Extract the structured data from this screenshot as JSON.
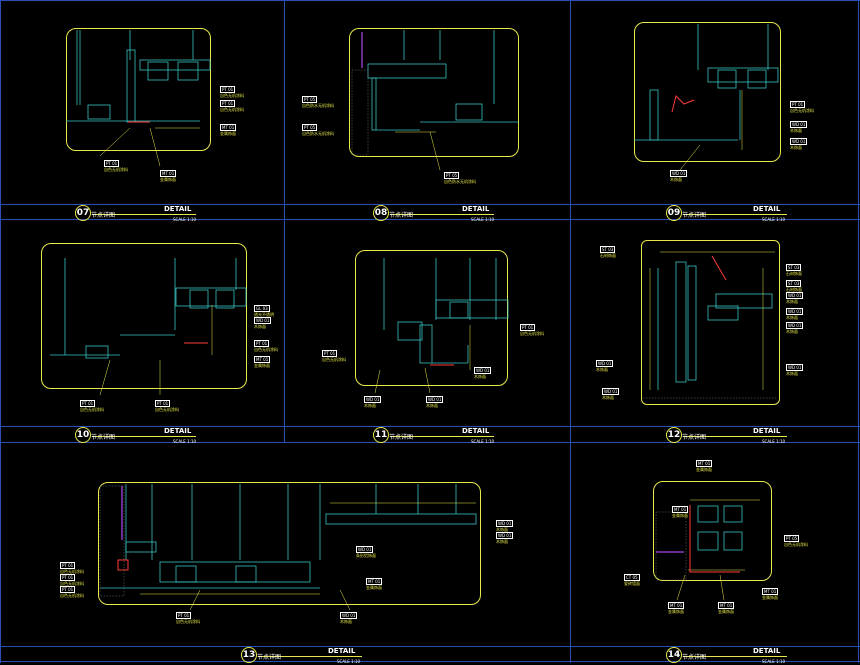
{
  "sheet": {
    "accent": "#e8e84a",
    "grid_color": "#2a4fb8",
    "steel_color": "#39c4c4",
    "mark_color": "#ff3b3b"
  },
  "details": [
    {
      "num": "07",
      "title": "DETAIL",
      "sub": "节点详图",
      "scale": "SCALE 1:10",
      "tags": [
        "PT 01|自色无机涂料",
        "PT 01|自色无机涂料",
        "MT 01|金属饰面",
        "PT 01|自色无机涂料",
        "MT 01|金属饰面"
      ]
    },
    {
      "num": "08",
      "title": "DETAIL",
      "sub": "节点详图",
      "scale": "SCALE 1:10",
      "tags": [
        "PT 05|自色防水无机涂料",
        "PT 05|自色防水无机涂料",
        "PT 05|自色防水无机涂料"
      ]
    },
    {
      "num": "09",
      "title": "DETAIL",
      "sub": "节点详图",
      "scale": "SCALE 1:10",
      "tags": [
        "PT 01|自色无机涂料",
        "WD 01|木饰面",
        "WD 01|木饰面",
        "WD 01|木饰面"
      ]
    },
    {
      "num": "10",
      "title": "DETAIL",
      "sub": "节点详图",
      "scale": "SCALE 1:10",
      "tags": [
        "GL 03|透光不透明",
        "WD 01|木饰面",
        "PT 01|自色无机涂料",
        "MT 01|金属饰面",
        "PT 01|自色无机涂料",
        "PT 01|自色无机涂料"
      ]
    },
    {
      "num": "11",
      "title": "DETAIL",
      "sub": "节点详图",
      "scale": "SCALE 1:10",
      "tags": [
        "PT 01|自色无机涂料",
        "PT 01|自色无机涂料",
        "WD 01|木饰面",
        "WD 01|木饰面",
        "WD 01|木饰面"
      ]
    },
    {
      "num": "12",
      "title": "DETAIL",
      "sub": "节点详图",
      "scale": "SCALE 1:10",
      "tags": [
        "ST 03|石材饰面",
        "ST 03|石材饰面",
        "ST 03|石材饰面",
        "WD 01|木饰面",
        "WD 01|木饰面",
        "WD 01|木饰面",
        "WD 01|木饰面",
        "WD 01|木饰面",
        "WD 01|木饰面"
      ]
    },
    {
      "num": "13",
      "title": "DETAIL",
      "sub": "节点详图",
      "scale": "SCALE 1:10",
      "tags": [
        "PT 01|自色无机涂料",
        "PT 01|自色无机涂料",
        "PT 01|自色无机涂料",
        "WD 01|木饰面",
        "WD 01|木饰面",
        "WD 01|条形铝饰面",
        "MT 01|金属饰面",
        "PT 01|自色无机涂料",
        "WD 01|木饰面"
      ]
    },
    {
      "num": "14",
      "title": "DETAIL",
      "sub": "节点详图",
      "scale": "SCALE 1:10",
      "tags": [
        "MT 01|金属饰面",
        "MT 01|金属饰面",
        "PT 05|自色无机涂料",
        "MT 01|金属饰面",
        "CT 05|瓷砖墙面",
        "MT 01|金属饰面",
        "MT 01|金属饰面"
      ]
    }
  ]
}
